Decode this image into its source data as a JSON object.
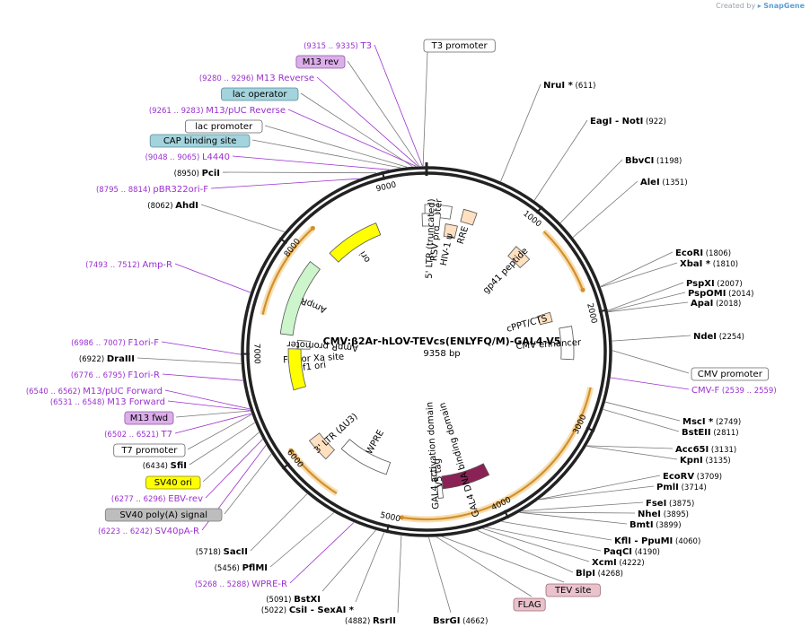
{
  "credit": {
    "prefix": "Created by",
    "brand": "SnapGene"
  },
  "plasmid": {
    "name": "CMV:β2Ar-hLOV-TEVcs(ENLYFQ/M)-GAL4-V5",
    "size_label": "9358 bp",
    "total_bp": 9358
  },
  "colors": {
    "backbone": "#222222",
    "enzyme_line": "#777777",
    "primer": "#9b30d0",
    "feature_box_border": "#555555",
    "orange_arc": "#d58f2a",
    "orange_glow": "#f6dfb2"
  },
  "tick_labels": [
    {
      "bp": 1000,
      "text": "1000"
    },
    {
      "bp": 2000,
      "text": "2000"
    },
    {
      "bp": 3000,
      "text": "3000"
    },
    {
      "bp": 4000,
      "text": "4000"
    },
    {
      "bp": 5000,
      "text": "5000"
    },
    {
      "bp": 6000,
      "text": "6000"
    },
    {
      "bp": 7000,
      "text": "7000"
    },
    {
      "bp": 8000,
      "text": "8000"
    },
    {
      "bp": 9000,
      "text": "9000"
    }
  ],
  "right_enzymes": [
    {
      "name": "NruI *",
      "pos": "(611)",
      "bp": 611
    },
    {
      "name": "EagI",
      "name2": "- NotI",
      "pos": "(922)",
      "bp": 922
    },
    {
      "name": "BbvCI",
      "pos": "(1198)",
      "bp": 1198
    },
    {
      "name": "AleI",
      "pos": "(1351)",
      "bp": 1351
    },
    {
      "name": "EcoRI",
      "pos": "(1806)",
      "bp": 1806
    },
    {
      "name": "XbaI *",
      "pos": "(1810)",
      "bp": 1810
    },
    {
      "name": "PspXI",
      "pos": "(2007)",
      "bp": 2007
    },
    {
      "name": "PspOMI",
      "pos": "(2014)",
      "bp": 2014
    },
    {
      "name": "ApaI",
      "pos": "(2018)",
      "bp": 2018
    },
    {
      "name": "NdeI",
      "pos": "(2254)",
      "bp": 2254
    },
    {
      "name": "MscI *",
      "pos": "(2749)",
      "bp": 2749
    },
    {
      "name": "BstEII",
      "pos": "(2811)",
      "bp": 2811
    },
    {
      "name": "Acc65I",
      "pos": "(3131)",
      "bp": 3131
    },
    {
      "name": "KpnI",
      "pos": "(3135)",
      "bp": 3135
    },
    {
      "name": "EcoRV",
      "pos": "(3709)",
      "bp": 3709
    },
    {
      "name": "PmlI",
      "pos": "(3714)",
      "bp": 3714
    },
    {
      "name": "FseI",
      "pos": "(3875)",
      "bp": 3875
    },
    {
      "name": "NheI",
      "pos": "(3895)",
      "bp": 3895
    },
    {
      "name": "BmtI",
      "pos": "(3899)",
      "bp": 3899
    },
    {
      "name": "KflI",
      "name2": "- PpuMI",
      "pos": "(4060)",
      "bp": 4060
    },
    {
      "name": "PaqCI",
      "pos": "(4190)",
      "bp": 4190
    },
    {
      "name": "XcmI",
      "pos": "(4222)",
      "bp": 4222
    },
    {
      "name": "BlpI",
      "pos": "(4268)",
      "bp": 4268
    }
  ],
  "right_misc": [
    {
      "text": "CMV promoter",
      "kind": "box_white",
      "bp": 2330
    },
    {
      "text": "CMV-F",
      "pos": "(2539 .. 2559)",
      "kind": "primer",
      "bp": 2549
    }
  ],
  "bottom_labels": [
    {
      "text": "BsrGI",
      "pos": "(4662)",
      "kind": "enzyme",
      "bp": 4662
    },
    {
      "text": "TEV site",
      "kind": "box_pink",
      "bp": 4555
    },
    {
      "text": "FLAG",
      "kind": "box_pink",
      "bp": 4600
    },
    {
      "text": "RsrII",
      "pos": "(4882)",
      "kind": "enzyme",
      "bp": 4882
    },
    {
      "text": "CsiI",
      "text2": "- SexAI *",
      "pos": "(5022)",
      "kind": "enzyme",
      "bp": 5022
    },
    {
      "text": "BstXI",
      "pos": "(5091)",
      "kind": "enzyme",
      "bp": 5091
    }
  ],
  "left_labels": [
    {
      "text": "T3",
      "pos": "(9315 .. 9335)",
      "kind": "primer",
      "bp": 9325
    },
    {
      "text": "T3 promoter",
      "kind": "box_white",
      "bp": 9330
    },
    {
      "text": "M13 rev",
      "kind": "box_purple",
      "bp": 9300
    },
    {
      "text": "M13 Reverse",
      "pos": "(9280 .. 9296)",
      "kind": "primer",
      "bp": 9288
    },
    {
      "text": "lac operator",
      "kind": "box_blue",
      "bp": 9245
    },
    {
      "text": "M13/pUC Reverse",
      "pos": "(9261 .. 9283)",
      "kind": "primer",
      "bp": 9272
    },
    {
      "text": "lac promoter",
      "kind": "box_white",
      "bp": 9200
    },
    {
      "text": "CAP binding site",
      "kind": "box_blue",
      "bp": 9150
    },
    {
      "text": "L4440",
      "pos": "(9048 .. 9065)",
      "kind": "primer",
      "bp": 9056
    },
    {
      "text": "PciI",
      "pos": "(8950)",
      "kind": "enzyme",
      "bp": 8950
    },
    {
      "text": "pBR322ori-F",
      "pos": "(8795 .. 8814)",
      "kind": "primer",
      "bp": 8804
    },
    {
      "text": "AhdI",
      "pos": "(8062)",
      "kind": "enzyme",
      "bp": 8062
    },
    {
      "text": "Amp-R",
      "pos": "(7493 .. 7512)",
      "kind": "primer",
      "bp": 7502
    },
    {
      "text": "F1ori-F",
      "pos": "(6986 .. 7007)",
      "kind": "primer",
      "bp": 6996
    },
    {
      "text": "DraIII",
      "pos": "(6922)",
      "kind": "enzyme",
      "bp": 6922
    },
    {
      "text": "F1ori-R",
      "pos": "(6776 .. 6795)",
      "kind": "primer",
      "bp": 6786
    },
    {
      "text": "M13/pUC Forward",
      "pos": "(6540 .. 6562)",
      "kind": "primer",
      "bp": 6551
    },
    {
      "text": "M13 Forward",
      "pos": "(6531 .. 6548)",
      "kind": "primer",
      "bp": 6540
    },
    {
      "text": "M13 fwd",
      "kind": "box_purple",
      "bp": 6535
    },
    {
      "text": "T7",
      "pos": "(6502 .. 6521)",
      "kind": "primer",
      "bp": 6512
    },
    {
      "text": "T7 promoter",
      "kind": "box_white",
      "bp": 6505
    },
    {
      "text": "SfiI",
      "pos": "(6434)",
      "kind": "enzyme",
      "bp": 6434
    },
    {
      "text": "SV40 ori",
      "kind": "box_yellow",
      "bp": 6350
    },
    {
      "text": "EBV-rev",
      "pos": "(6277 .. 6296)",
      "kind": "primer",
      "bp": 6287
    },
    {
      "text": "SV40 poly(A) signal",
      "kind": "box_gray",
      "bp": 6150
    },
    {
      "text": "SV40pA-R",
      "pos": "(6223 .. 6242)",
      "kind": "primer",
      "bp": 6232
    },
    {
      "text": "SacII",
      "pos": "(5718)",
      "kind": "enzyme",
      "bp": 5718
    },
    {
      "text": "PflMI",
      "pos": "(5456)",
      "kind": "enzyme",
      "bp": 5456
    },
    {
      "text": "WPRE-R",
      "pos": "(5268 .. 5288)",
      "kind": "primer",
      "bp": 5278
    }
  ],
  "orange_arcs": [
    {
      "from": 1150,
      "to": 1780
    },
    {
      "from": 2660,
      "to": 4900
    },
    {
      "from": 5520,
      "to": 6080
    },
    {
      "from": 7350,
      "to": 8250
    }
  ],
  "inner_features": [
    {
      "label": "RSV promoter",
      "from": 9340,
      "to": 260,
      "color": "#ffffff"
    },
    {
      "label": "5' LTR (truncated)",
      "from": 9310,
      "to": 150,
      "color": "#ffffff"
    },
    {
      "label": "HIV-1 ψ",
      "from": 220,
      "to": 360,
      "color": "#ffe0c0"
    },
    {
      "label": "RRE",
      "from": 380,
      "to": 520,
      "color": "#ffe0c0"
    },
    {
      "label": "gp41 peptide",
      "from": 1050,
      "to": 1250,
      "color": "#ffe0c0"
    },
    {
      "label": "cPPT/CTS",
      "from": 1880,
      "to": 1990,
      "color": "#ffe0c0"
    },
    {
      "label": "CMV enhancer",
      "from": 2080,
      "to": 2420,
      "color": "#ffffff"
    },
    {
      "label": "Factor Xa site",
      "from": 6900,
      "to": 6960,
      "color": "#ffffff"
    },
    {
      "label": "GAL4 activation domain",
      "from": 4560,
      "to": 4620,
      "color": "#ffffff"
    },
    {
      "label": "V5 tag",
      "from": 4510,
      "to": 4560,
      "color": "#ffffff"
    },
    {
      "label": "GAL4 DNA binding domain",
      "from": 3980,
      "to": 4500,
      "color": "#8b2255"
    },
    {
      "label": "WPRE",
      "from": 5150,
      "to": 5750,
      "color": "#ffffff"
    },
    {
      "label": "3' LTR (ΔU3)",
      "from": 5800,
      "to": 6050,
      "color": "#ffe0c0"
    },
    {
      "label": "f1 ori",
      "from": 6600,
      "to": 7050,
      "color": "#ffff00"
    },
    {
      "label": "AmpR promoter",
      "from": 7050,
      "to": 7150,
      "color": "#ffffff"
    },
    {
      "label": "AmpR",
      "from": 7200,
      "to": 8000,
      "color": "#ccf5cc"
    },
    {
      "label": "ori",
      "from": 8200,
      "to": 8800,
      "color": "#ffff00"
    }
  ]
}
